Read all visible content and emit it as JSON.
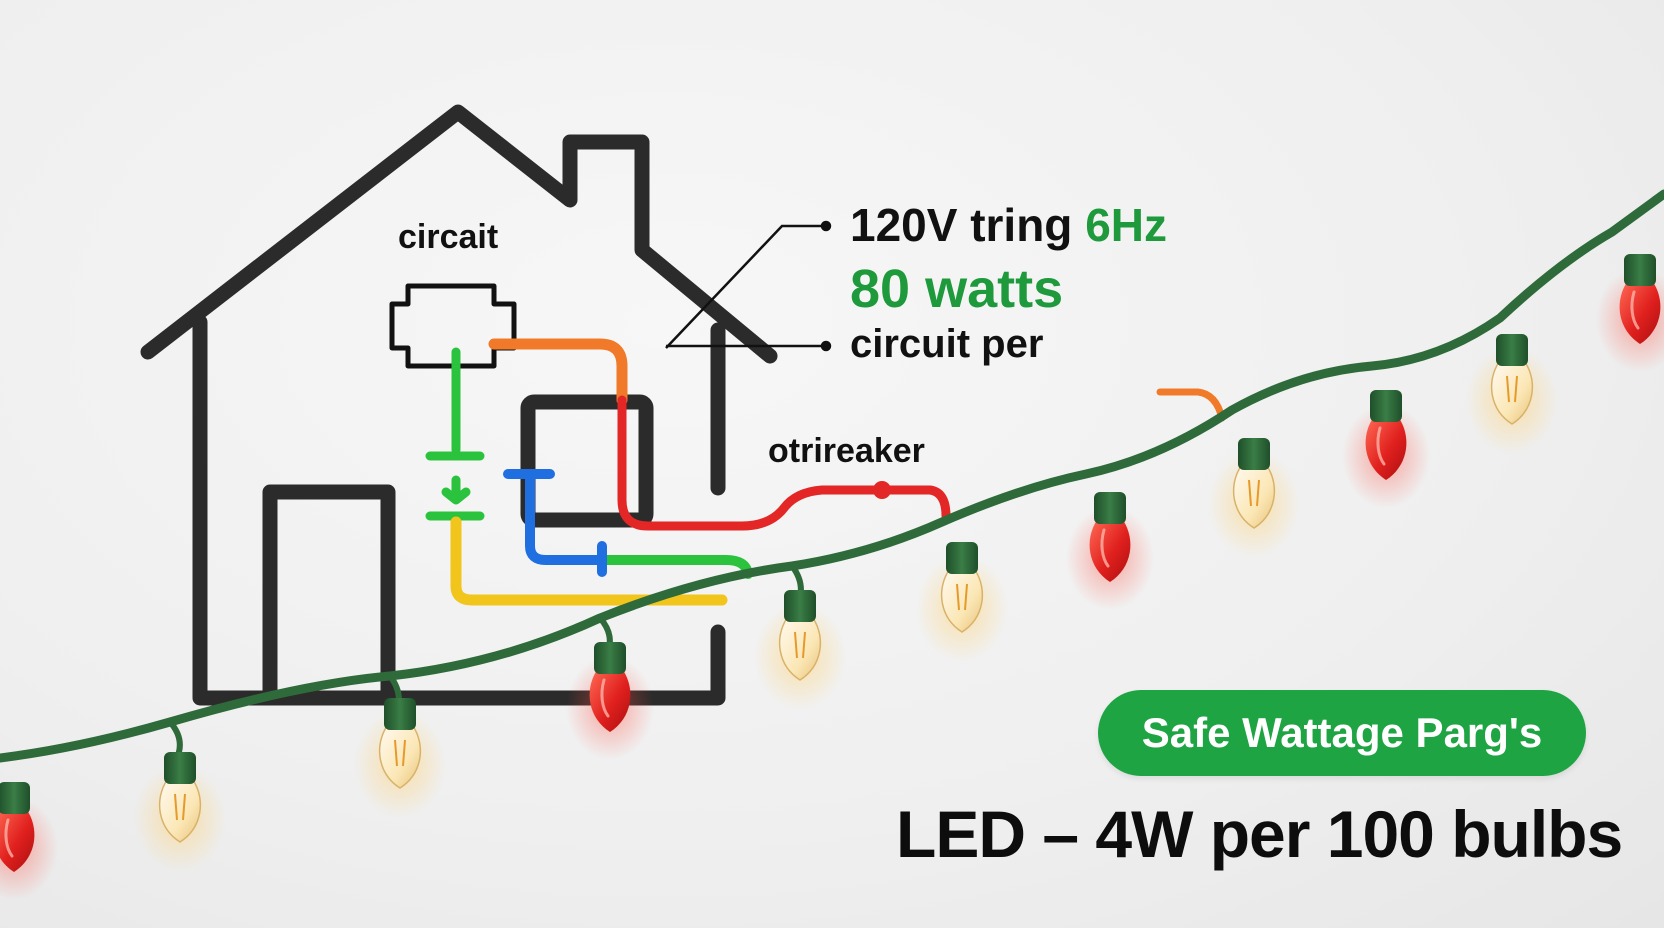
{
  "diagram": {
    "circuit_label": "circait",
    "breaker_label": "otrireaker",
    "spec_line_1_main": "120V tring ",
    "spec_line_1_hz": "6Hz",
    "spec_line_2": "80 watts",
    "spec_line_3": "circuit per",
    "badge": "Safe Wattage Parg's",
    "led_line": "LED – 4W per 100 bulbs"
  },
  "colors": {
    "house_outline": "#2b2b2b",
    "accent_green": "#1e9a3c",
    "badge_green": "#1fa444",
    "wire_orange": "#f07a2a",
    "wire_red": "#e32626",
    "wire_blue": "#1f6fe0",
    "wire_green": "#2bc33d",
    "wire_yellow": "#f2c51d",
    "cord_green": "#2f6b3a",
    "bulb_red": "#e0201e",
    "bulb_warm": "#fbe7b6"
  },
  "icons": [
    "house-outline-icon",
    "breaker-box-icon",
    "string-lights-icon"
  ]
}
